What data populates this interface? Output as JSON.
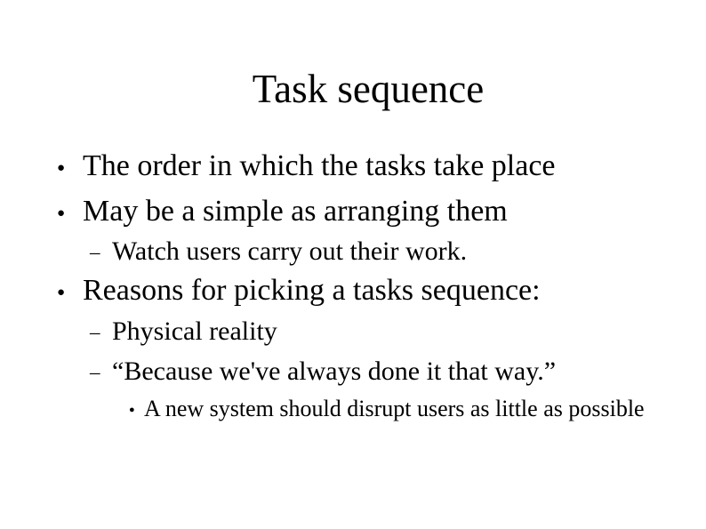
{
  "slide": {
    "title": "Task sequence",
    "colors": {
      "background": "#ffffff",
      "text": "#000000"
    },
    "bullets": [
      {
        "level": 1,
        "marker": "●",
        "text": "The order in which the tasks take place"
      },
      {
        "level": 1,
        "marker": "●",
        "text": "May be a simple as arranging them"
      },
      {
        "level": 2,
        "marker": "–",
        "text": "Watch users carry out their work."
      },
      {
        "level": 1,
        "marker": "●",
        "text": "Reasons for picking a tasks sequence:"
      },
      {
        "level": 2,
        "marker": "–",
        "text": "Physical reality"
      },
      {
        "level": 2,
        "marker": "–",
        "text": "“Because we've always done it that way.”"
      },
      {
        "level": 3,
        "marker": "●",
        "text": "A new system should disrupt users as little as possible"
      }
    ]
  }
}
